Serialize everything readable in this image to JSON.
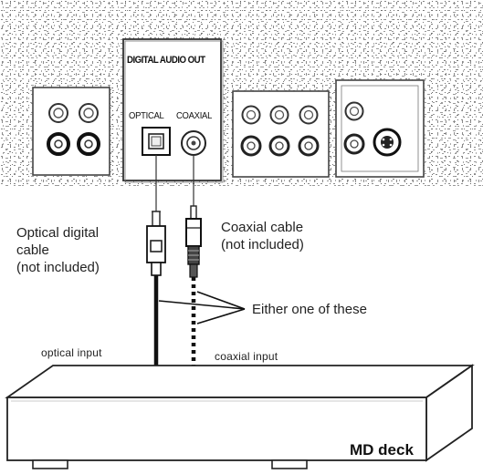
{
  "panel": {
    "header": "DIGITAL AUDIO OUT",
    "optical_label": "OPTICAL",
    "coaxial_label": "COAXIAL"
  },
  "cables": {
    "optical": {
      "line1": "Optical digital",
      "line2": "cable",
      "line3": "(not included)"
    },
    "coaxial": {
      "line1": "Coaxial cable",
      "line2": "(not included)"
    }
  },
  "note": "Either one of these",
  "inputs": {
    "optical": "optical input",
    "coaxial": "coaxial input"
  },
  "device": {
    "name": "MD deck"
  }
}
